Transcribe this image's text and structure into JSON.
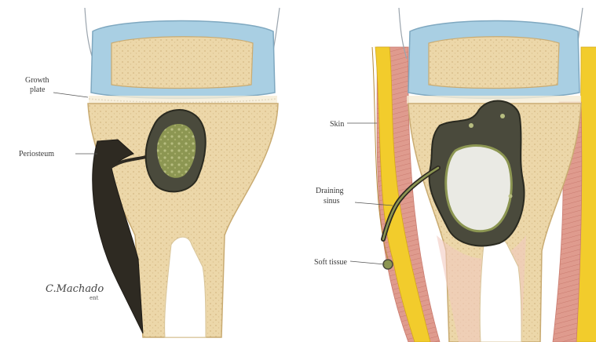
{
  "labels": {
    "growth_plate_line1": "Growth",
    "growth_plate_line2": "plate",
    "periosteum": "Periosteum",
    "skin": "Skin",
    "draining_line1": "Draining",
    "draining_line2": "sinus",
    "soft_tissue": "Soft tissue"
  },
  "signature": {
    "name": "C.Machado",
    "suffix": "ent"
  },
  "colors": {
    "cartilage": "#a9cfe3",
    "bone_marrow": "#ecd7a9",
    "cortex": "#f1e3c2",
    "infection": "#4a4a3c",
    "pus": "#8c9652",
    "muscle": "#df9b8e",
    "fat": "#f2cc2c",
    "periosteum_dark": "#2e2a22"
  }
}
